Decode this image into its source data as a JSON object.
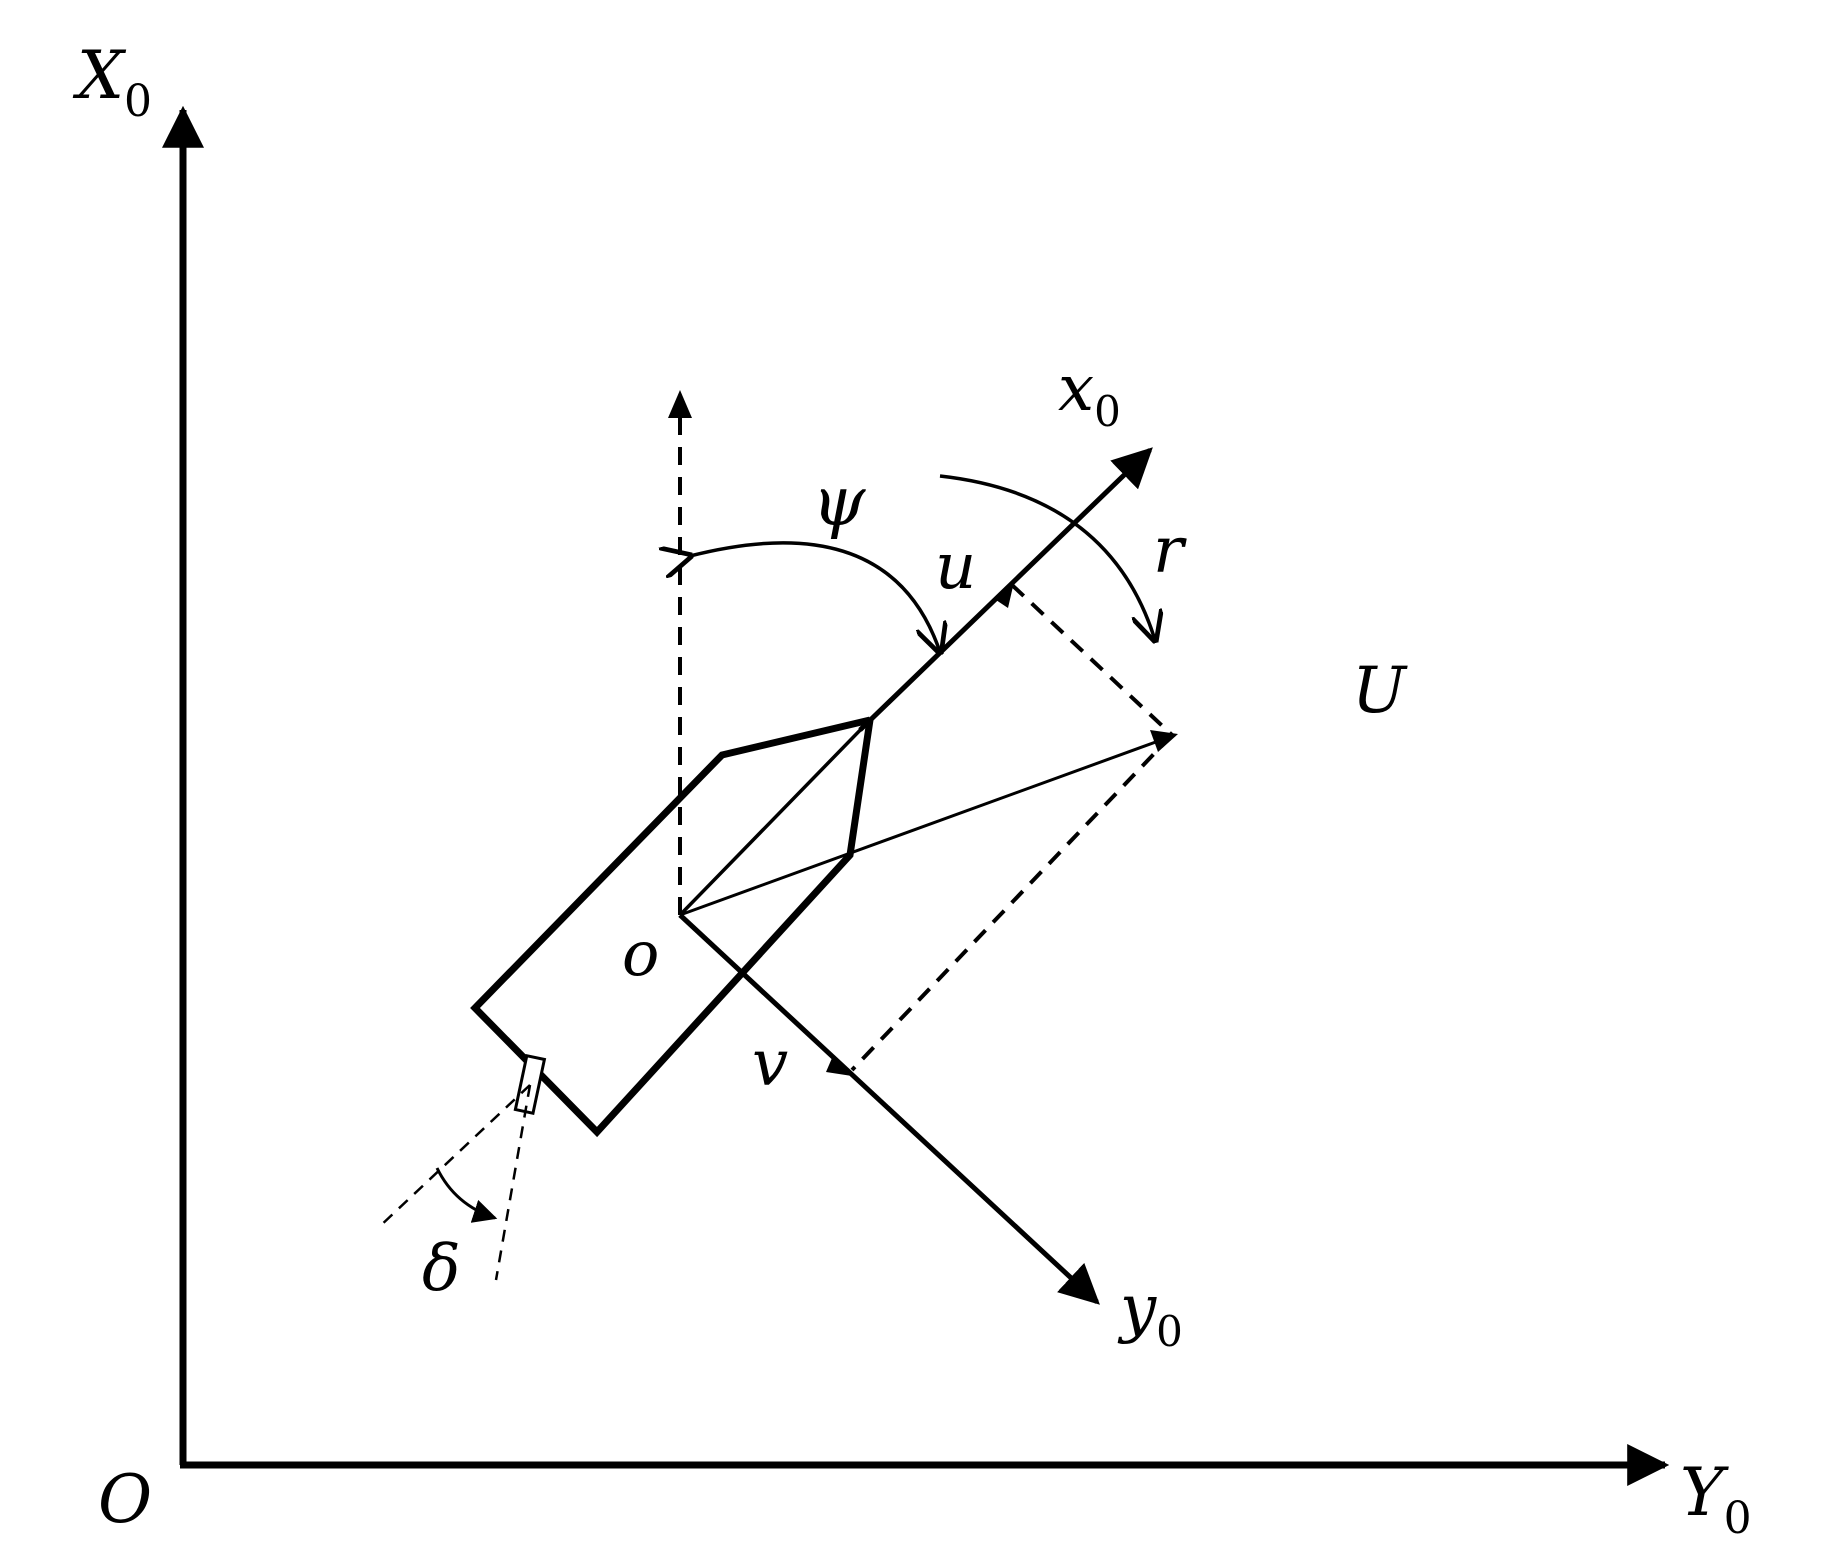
{
  "diagram": {
    "colors": {
      "ink": "#000000",
      "background": "#ffffff"
    },
    "labels": {
      "earth_x_axis": {
        "main": "X",
        "sub": "0"
      },
      "earth_y_axis": {
        "main": "Y",
        "sub": "0"
      },
      "earth_origin": "O",
      "body_origin": "o",
      "body_x_axis": {
        "main": "x",
        "sub": "0"
      },
      "body_y_axis": {
        "main": "y",
        "sub": "0"
      },
      "heading_angle": "ψ",
      "yaw_rate": "r",
      "surge_velocity": "u",
      "sway_velocity": "v",
      "total_velocity": "U",
      "rudder_angle": "δ"
    }
  }
}
